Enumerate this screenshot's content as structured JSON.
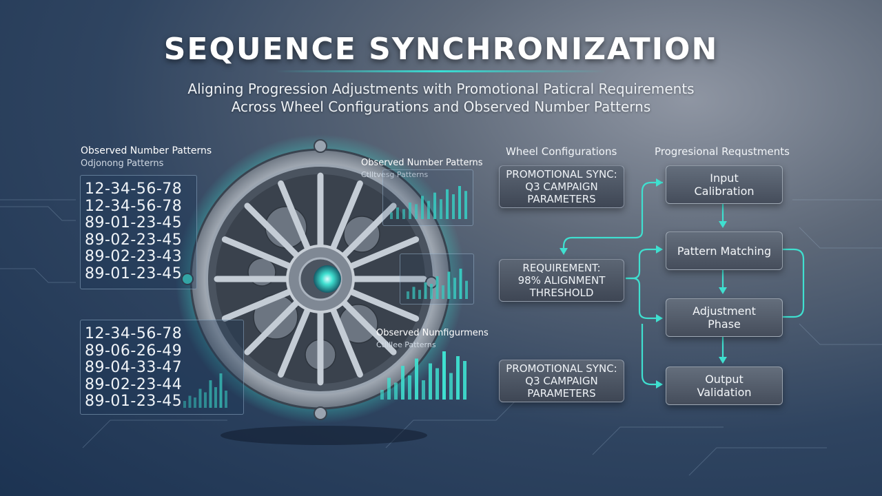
{
  "title": "SEQUENCE SYNCHRONIZATION",
  "subtitle_line1": "Aligning Progression Adjustments with Promotional Paticral Requirements",
  "subtitle_line2": "Across Wheel Configurations and Observed Number Patterns",
  "left_panel": {
    "heading": "Observed Number Patterns",
    "subheading": "Odjonong Patterns",
    "numbers_top": [
      "12-34-56-78",
      "12-34-56-78",
      "89-01-23-45",
      "89-02-23-45",
      "89-02-23-43",
      "89-01-23-45"
    ],
    "numbers_bottom": [
      "12-34-56-78",
      "89-06-26-49",
      "89-04-33-47",
      "89-02-23-44",
      "89-01-23-45"
    ]
  },
  "mini_panels": {
    "top_heading": "Observed Number Patterns",
    "top_sub": "Ctlltvesg Patterns",
    "bottom_heading": "Observed Numfigurmens",
    "bottom_sub": "Ctllllee Patterns",
    "bars_top": [
      0.2,
      0.35,
      0.3,
      0.5,
      0.45,
      0.7,
      0.55,
      0.8,
      0.6,
      0.9,
      0.75,
      1.0,
      0.85
    ],
    "bars_mid": [
      0.25,
      0.4,
      0.3,
      0.55,
      0.5,
      0.75,
      0.45,
      0.9,
      0.7,
      1.0,
      0.6
    ],
    "bars_bottom": [
      0.2,
      0.45,
      0.35,
      0.7,
      0.5,
      0.85,
      0.4,
      0.75,
      0.65,
      1.0,
      0.55,
      0.9,
      0.8
    ],
    "bars_left": [
      0.2,
      0.35,
      0.3,
      0.55,
      0.45,
      0.8,
      0.6,
      1.0,
      0.5
    ],
    "accent": "#3fe0d0"
  },
  "wheel_configurations": {
    "heading": "Wheel Configurations",
    "box1": [
      "PROMOTIONAL SYNC:",
      "Q3 CAMPAIGN",
      "PARAMETERS"
    ],
    "box2": [
      "REQUIREMENT:",
      "98% ALIGNMENT",
      "THRESHOLD"
    ],
    "box3": [
      "PROMOTIONAL SYNC:",
      "Q3 CAMPAIGN",
      "PARAMETERS"
    ]
  },
  "progression": {
    "heading": "Progresional Requstments",
    "steps": [
      "Input\nCalibration",
      "Pattern Matching",
      "Adjustment\nPhase",
      "Output\nValidation"
    ]
  },
  "colors": {
    "accent": "#3fe0d0",
    "background": "#2f4460"
  }
}
